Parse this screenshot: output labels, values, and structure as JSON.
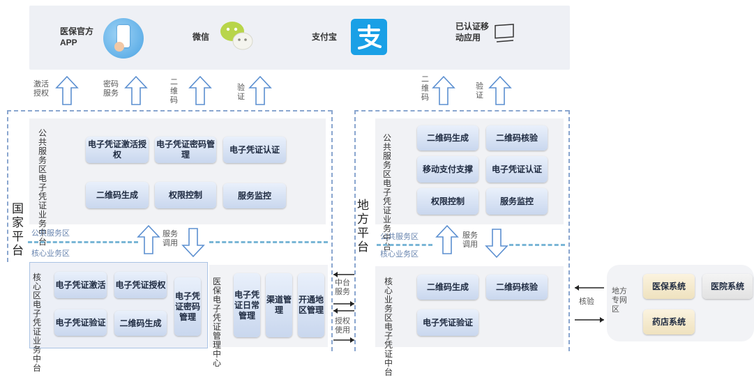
{
  "top": {
    "apps": [
      {
        "label": "医保官方APP",
        "icon": "phone-app-icon"
      },
      {
        "label": "微信",
        "icon": "wechat-icon"
      },
      {
        "label": "支付宝",
        "icon": "alipay-icon"
      },
      {
        "label": "已认证移动应用",
        "icon": "monitor-icon"
      }
    ]
  },
  "national": {
    "title": "国家平台",
    "up_arrows": [
      "激活授权",
      "密码服务",
      "二维码",
      "验证"
    ],
    "public_center": {
      "label": "公共服务区电子凭证业务中台",
      "buttons": [
        "电子凭证激活授权",
        "电子凭证密码管理",
        "电子凭证认证",
        "二维码生成",
        "权限控制",
        "服务监控"
      ]
    },
    "zone_public": "公共服务区",
    "zone_core": "核心业务区",
    "service_call": "服务调用",
    "core_center": {
      "label": "核心区电子凭证业务中台",
      "buttons": [
        "电子凭证激活",
        "电子凭证授权",
        "电子凭证验证",
        "二维码生成",
        "电子凭证密码管理"
      ]
    },
    "mgmt_center": {
      "label": "医保电子凭证管理中心",
      "buttons": [
        "电子凭证日常管理",
        "渠道管理",
        "开通地区管理"
      ]
    },
    "mid_service": "中台服务",
    "auth_use": "授权使用"
  },
  "local": {
    "title": "地方平台",
    "up_arrows": [
      "二维码",
      "验证"
    ],
    "public_center": {
      "label": "公共服务区电子凭证业务中台",
      "buttons": [
        "二维码生成",
        "二维码核验",
        "移动支付支撑",
        "电子凭证认证",
        "权限控制",
        "服务监控"
      ]
    },
    "zone_public": "公共服务区",
    "zone_core": "核心业务区",
    "service_call": "服务调用",
    "core_center": {
      "label": "核心业务区电子凭证中台",
      "buttons": [
        "二维码生成",
        "二维码核验",
        "电子凭证验证"
      ]
    },
    "verify": "核验"
  },
  "private_net": {
    "label": "地方专网区",
    "buttons": [
      "医保系统",
      "医院系统",
      "药店系统"
    ]
  }
}
